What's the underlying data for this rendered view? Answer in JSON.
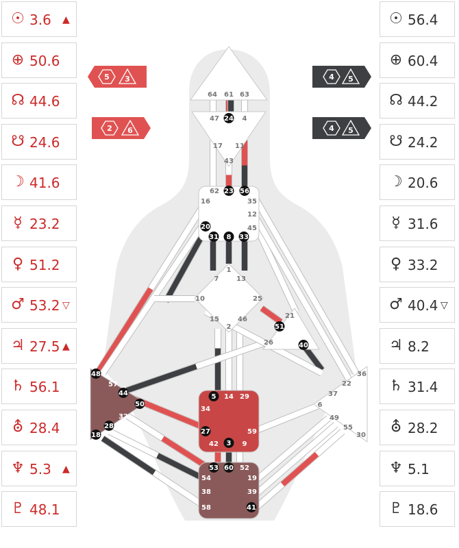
{
  "design_column": {
    "rows": [
      {
        "icon": "sun-icon",
        "symbol": "☉",
        "value": "3.6",
        "mark": "▲"
      },
      {
        "icon": "earth-icon",
        "symbol": "⊕",
        "value": "50.6",
        "mark": ""
      },
      {
        "icon": "north-node-icon",
        "symbol": "☊",
        "value": "44.6",
        "mark": ""
      },
      {
        "icon": "south-node-icon",
        "symbol": "☋",
        "value": "24.6",
        "mark": ""
      },
      {
        "icon": "moon-icon",
        "symbol": "☽",
        "value": "41.6",
        "mark": ""
      },
      {
        "icon": "mercury-icon",
        "symbol": "☿",
        "value": "23.2",
        "mark": ""
      },
      {
        "icon": "venus-icon",
        "symbol": "♀",
        "value": "51.2",
        "mark": ""
      },
      {
        "icon": "mars-icon",
        "symbol": "♂",
        "value": "53.2",
        "mark": "▽"
      },
      {
        "icon": "jupiter-icon",
        "symbol": "♃",
        "value": "27.5",
        "mark": "▲"
      },
      {
        "icon": "saturn-icon",
        "symbol": "♄",
        "value": "56.1",
        "mark": ""
      },
      {
        "icon": "uranus-icon",
        "symbol": "⛢",
        "value": "28.4",
        "mark": ""
      },
      {
        "icon": "neptune-icon",
        "symbol": "♆",
        "value": "5.3",
        "mark": "▲"
      },
      {
        "icon": "pluto-icon",
        "symbol": "♇",
        "value": "48.1",
        "mark": ""
      }
    ],
    "color": "#cc2a2a"
  },
  "personality_column": {
    "rows": [
      {
        "icon": "sun-icon",
        "symbol": "☉",
        "value": "56.4",
        "mark": ""
      },
      {
        "icon": "earth-icon",
        "symbol": "⊕",
        "value": "60.4",
        "mark": ""
      },
      {
        "icon": "north-node-icon",
        "symbol": "☊",
        "value": "44.2",
        "mark": ""
      },
      {
        "icon": "south-node-icon",
        "symbol": "☋",
        "value": "24.2",
        "mark": ""
      },
      {
        "icon": "moon-icon",
        "symbol": "☽",
        "value": "20.6",
        "mark": ""
      },
      {
        "icon": "mercury-icon",
        "symbol": "☿",
        "value": "31.6",
        "mark": ""
      },
      {
        "icon": "venus-icon",
        "symbol": "♀",
        "value": "33.2",
        "mark": ""
      },
      {
        "icon": "mars-icon",
        "symbol": "♂",
        "value": "40.4",
        "mark": "▽"
      },
      {
        "icon": "jupiter-icon",
        "symbol": "♃",
        "value": "8.2",
        "mark": ""
      },
      {
        "icon": "saturn-icon",
        "symbol": "♄",
        "value": "31.4",
        "mark": ""
      },
      {
        "icon": "uranus-icon",
        "symbol": "⛢",
        "value": "28.2",
        "mark": ""
      },
      {
        "icon": "neptune-icon",
        "symbol": "♆",
        "value": "5.1",
        "mark": ""
      },
      {
        "icon": "pluto-icon",
        "symbol": "♇",
        "value": "18.6",
        "mark": ""
      }
    ],
    "color": "#333333"
  },
  "arrows": {
    "design_top": {
      "hex": "5",
      "tri": "3"
    },
    "design_bottom": {
      "hex": "2",
      "tri": "6"
    },
    "personality_top": {
      "hex": "4",
      "tri": "5"
    },
    "personality_bottom": {
      "hex": "4",
      "tri": "5"
    }
  },
  "gates": {
    "head": [
      "64",
      "61",
      "63"
    ],
    "ajna": [
      "47",
      "24",
      "4",
      "17",
      "11",
      "43"
    ],
    "throat": [
      "62",
      "23",
      "56",
      "16",
      "35",
      "12",
      "20",
      "45",
      "31",
      "8",
      "33"
    ],
    "g": [
      "1",
      "7",
      "13",
      "10",
      "25",
      "15",
      "46",
      "2"
    ],
    "ego": [
      "21",
      "51",
      "26",
      "40"
    ],
    "spleen": [
      "48",
      "57",
      "44",
      "50",
      "32",
      "28",
      "18"
    ],
    "sacral": [
      "5",
      "14",
      "29",
      "34",
      "27",
      "59",
      "42",
      "3",
      "9"
    ],
    "root": [
      "53",
      "60",
      "52",
      "54",
      "19",
      "38",
      "39",
      "58",
      "41"
    ],
    "solar": [
      "36",
      "22",
      "37",
      "6",
      "49",
      "55",
      "30"
    ]
  },
  "colors": {
    "design": "#e05252",
    "personality": "#3d3f42",
    "defined": "#c94646",
    "defined_dark": "#8a5a5a",
    "silhouette": "#ebebeb"
  }
}
